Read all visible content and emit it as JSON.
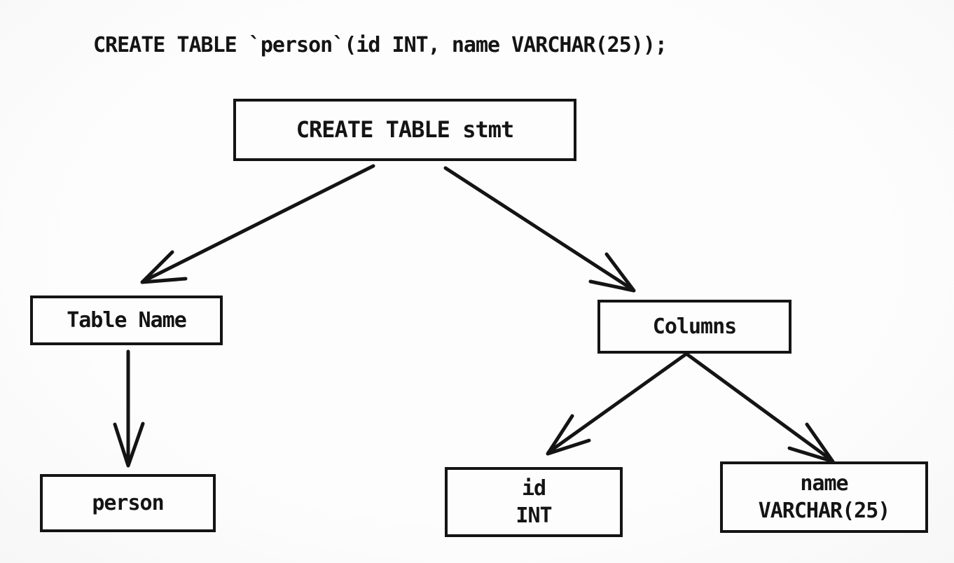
{
  "header": {
    "sql": "CREATE TABLE `person`(id INT, name VARCHAR(25));"
  },
  "diagram": {
    "nodes": [
      {
        "id": "create-table-stmt",
        "label": "CREATE TABLE stmt"
      },
      {
        "id": "table-name",
        "label": "Table Name"
      },
      {
        "id": "columns",
        "label": "Columns"
      },
      {
        "id": "person",
        "label": "person"
      },
      {
        "id": "column-id",
        "lines": [
          "id",
          "INT"
        ]
      },
      {
        "id": "column-name",
        "lines": [
          "name",
          "VARCHAR(25)"
        ]
      }
    ],
    "edges": [
      {
        "from": "create-table-stmt",
        "to": "table-name"
      },
      {
        "from": "create-table-stmt",
        "to": "columns"
      },
      {
        "from": "table-name",
        "to": "person"
      },
      {
        "from": "columns",
        "to": "column-id"
      },
      {
        "from": "columns",
        "to": "column-name"
      }
    ]
  },
  "colors": {
    "ink": "#141414",
    "background": "#fdfdfd"
  }
}
